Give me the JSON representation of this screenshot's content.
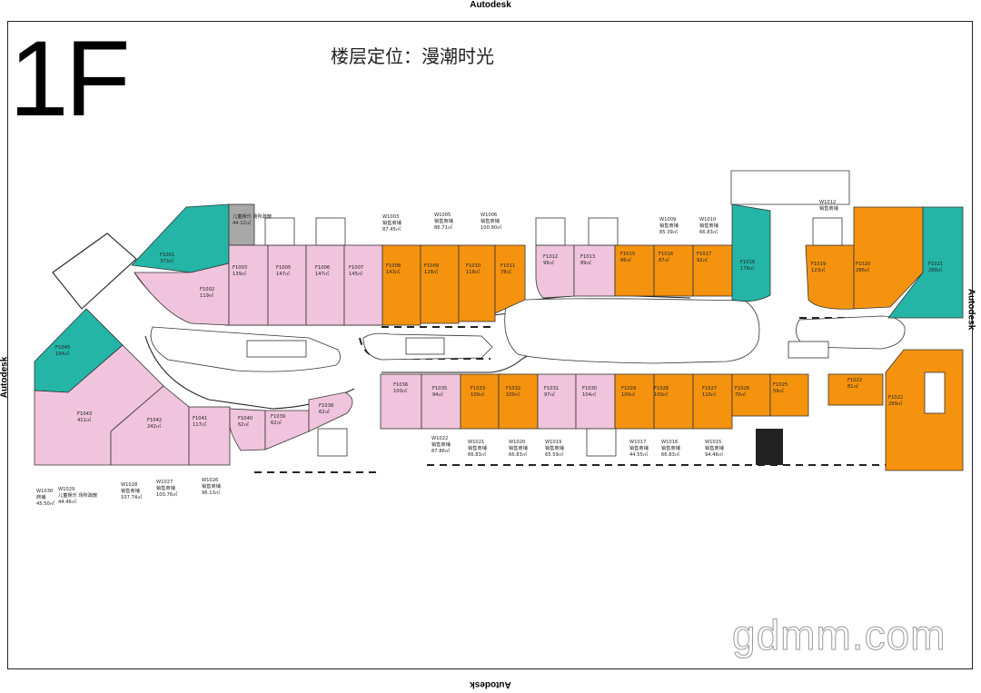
{
  "header": {
    "watermark_top": "Autodesk",
    "floor_label": "1F",
    "floor_title": "楼层定位：漫潮时光"
  },
  "side_marks": {
    "left": "Autodesk",
    "right": "Autodesk",
    "bottom": "Autodesk"
  },
  "watermark": "gdmm.com",
  "legend_colors": {
    "pink": "#f0c4dc",
    "orange": "#f5930e",
    "teal": "#24b5a6",
    "gray": "#a8a8a8"
  },
  "units": [
    {
      "id": "F1001",
      "area": "373㎡",
      "color": "teal"
    },
    {
      "id": "F1002",
      "area": "119㎡",
      "color": "pink"
    },
    {
      "id": "儿童娱乐 场所疏散",
      "area": "44.12㎡",
      "color": "gray"
    },
    {
      "id": "F1003",
      "area": "139㎡",
      "color": "pink"
    },
    {
      "id": "F1005",
      "area": "147㎡",
      "color": "pink"
    },
    {
      "id": "F1006",
      "area": "147㎡",
      "color": "pink"
    },
    {
      "id": "F1007",
      "area": "145㎡",
      "color": "pink"
    },
    {
      "id": "F1008",
      "area": "143㎡",
      "color": "orange"
    },
    {
      "id": "F1009",
      "area": "128㎡",
      "color": "orange"
    },
    {
      "id": "F1010",
      "area": "118㎡",
      "color": "orange"
    },
    {
      "id": "F1011",
      "area": "78㎡",
      "color": "orange"
    },
    {
      "id": "F1012",
      "area": "99㎡",
      "color": "pink"
    },
    {
      "id": "F1013",
      "area": "89㎡",
      "color": "pink"
    },
    {
      "id": "F1015",
      "area": "86㎡",
      "color": "orange"
    },
    {
      "id": "F1016",
      "area": "87㎡",
      "color": "orange"
    },
    {
      "id": "F1017",
      "area": "92㎡",
      "color": "orange"
    },
    {
      "id": "F1018",
      "area": "176㎡",
      "color": "teal"
    },
    {
      "id": "F1019",
      "area": "123㎡",
      "color": "orange"
    },
    {
      "id": "F1020",
      "area": "286㎡",
      "color": "orange"
    },
    {
      "id": "F1021",
      "area": "288㎡",
      "color": "teal"
    },
    {
      "id": "F1022",
      "area": "81㎡",
      "color": "orange"
    },
    {
      "id": "F1022",
      "area": "299㎡",
      "color": "orange"
    },
    {
      "id": "F1025",
      "area": "59㎡",
      "color": "orange"
    },
    {
      "id": "F1026",
      "area": "70㎡",
      "color": "orange"
    },
    {
      "id": "F1027",
      "area": "110㎡",
      "color": "orange"
    },
    {
      "id": "F1028",
      "area": "100㎡",
      "color": "orange"
    },
    {
      "id": "F1029",
      "area": "100㎡",
      "color": "orange"
    },
    {
      "id": "F1030",
      "area": "104㎡",
      "color": "pink"
    },
    {
      "id": "F1031",
      "area": "97㎡",
      "color": "pink"
    },
    {
      "id": "F1032",
      "area": "100㎡",
      "color": "orange"
    },
    {
      "id": "F1033",
      "area": "100㎡",
      "color": "orange"
    },
    {
      "id": "F1035",
      "area": "94㎡",
      "color": "pink"
    },
    {
      "id": "F1036",
      "area": "100㎡",
      "color": "pink"
    },
    {
      "id": "F1038",
      "area": "62㎡",
      "color": "pink"
    },
    {
      "id": "F1039",
      "area": "62㎡",
      "color": "pink"
    },
    {
      "id": "F1040",
      "area": "62㎡",
      "color": "pink"
    },
    {
      "id": "F1041",
      "area": "117㎡",
      "color": "pink"
    },
    {
      "id": "F1042",
      "area": "242㎡",
      "color": "pink"
    },
    {
      "id": "F1043",
      "area": "411㎡",
      "color": "pink"
    },
    {
      "id": "F1045",
      "area": "194㎡",
      "color": "teal"
    }
  ],
  "sales_shops": [
    {
      "id": "W1003",
      "type": "销售商铺",
      "area": "87.45㎡"
    },
    {
      "id": "W1005",
      "type": "销售商铺",
      "area": "86.71㎡"
    },
    {
      "id": "W1006",
      "type": "销售商铺",
      "area": "100.90㎡"
    },
    {
      "id": "W1009",
      "type": "销售商铺",
      "area": "85.39㎡"
    },
    {
      "id": "W1010",
      "type": "销售商铺",
      "area": "66.83㎡"
    },
    {
      "id": "W1012",
      "type": "销售商铺",
      "area": ""
    },
    {
      "id": "W1015",
      "type": "销售商铺",
      "area": "94.46㎡"
    },
    {
      "id": "W1016",
      "type": "销售商铺",
      "area": "66.83㎡"
    },
    {
      "id": "W1017",
      "type": "销售商铺",
      "area": "44.55㎡"
    },
    {
      "id": "W1019",
      "type": "销售商铺",
      "area": "65.59㎡"
    },
    {
      "id": "W1020",
      "type": "销售商铺",
      "area": "66.83㎡"
    },
    {
      "id": "W1021",
      "type": "销售商铺",
      "area": "66.83㎡"
    },
    {
      "id": "W1022",
      "type": "销售商铺",
      "area": "87.86㎡"
    },
    {
      "id": "W1026",
      "type": "销售商铺",
      "area": "96.13㎡"
    },
    {
      "id": "W1027",
      "type": "销售商铺",
      "area": "100.76㎡"
    },
    {
      "id": "W1028",
      "type": "销售商铺",
      "area": "107.74㎡"
    },
    {
      "id": "W1029",
      "type": "儿童娱乐 场所疏散",
      "area": "44.46㎡"
    },
    {
      "id": "W1030",
      "type": "商铺",
      "area": "45.50㎡"
    }
  ]
}
